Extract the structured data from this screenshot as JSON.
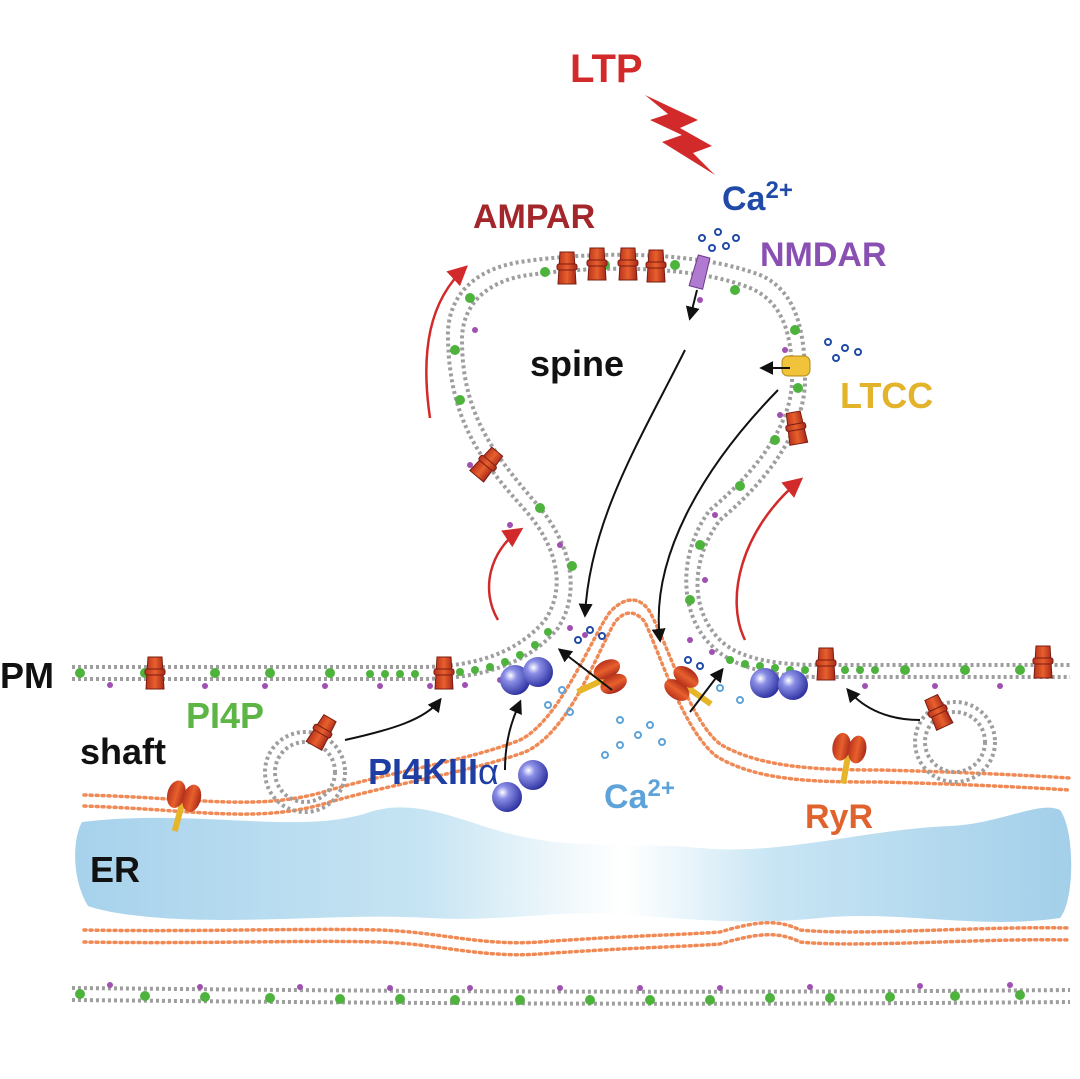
{
  "labels": {
    "ltp": "LTP",
    "ampar": "AMPAR",
    "ca_top_base": "Ca",
    "ca_top_sup": "2+",
    "nmdar": "NMDAR",
    "spine": "spine",
    "ltcc": "LTCC",
    "pm": "PM",
    "pi4p": "PI4P",
    "shaft": "shaft",
    "pi4k_base": "PI4KIII",
    "pi4k_greek": "α",
    "ca_bottom_base": "Ca",
    "ca_bottom_sup": "2+",
    "ryr": "RyR",
    "er": "ER"
  },
  "colors": {
    "ltp": "#d22a2a",
    "ampar": "#a3262b",
    "ca_top": "#1f4aa8",
    "nmdar": "#8a4fb3",
    "ltcc": "#e2b32b",
    "pi4p": "#5cb544",
    "pi4k": "#1f3ea3",
    "ca_bottom": "#5da3d9",
    "ryr": "#e0622d",
    "er_fill": "#a9d3ec",
    "membrane": "#9e9e9e",
    "er_membrane": "#ef8a56",
    "green_lipid": "#4db33d",
    "purple_lipid": "#a050b0"
  }
}
